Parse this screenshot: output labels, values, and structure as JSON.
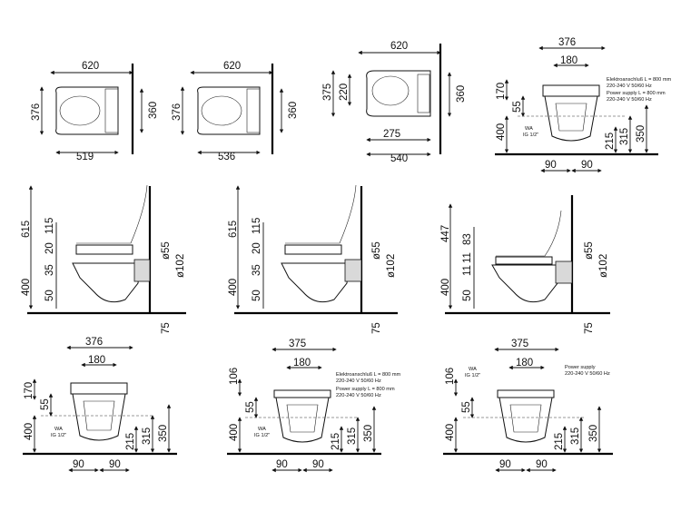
{
  "top_row": [
    {
      "width": "620",
      "depth": "376",
      "depth_right": "360",
      "bottom": "519"
    },
    {
      "width": "620",
      "depth": "376",
      "depth_right": "360",
      "bottom": "536"
    },
    {
      "width": "620",
      "left_outer": "375",
      "left_inner": "220",
      "depth_right": "360",
      "mid": "275",
      "bottom": "540"
    },
    {
      "width": "376",
      "inner": "180",
      "h_top": "170",
      "h_55": "55",
      "h_400": "400",
      "h_215": "215",
      "h_315": "315",
      "h_350": "350",
      "wa": "WA",
      "ig": "IG 1/2\"",
      "b_left": "90",
      "b_right": "90",
      "note_de_1": "Elektroanschluß L = 800 mm",
      "note_de_2": "220-240 V 50/60 Hz",
      "note_en_1": "Power supply L = 800 mm",
      "note_en_2": "220-240 V 50/60 Hz"
    }
  ],
  "side_row": [
    {
      "h_top": "615",
      "h_115": "115",
      "h_20": "20",
      "h_35": "35",
      "h_400": "400",
      "h_50": "50",
      "h_75": "75",
      "d55": "ø55",
      "d102": "ø102"
    },
    {
      "h_top": "615",
      "h_115": "115",
      "h_20": "20",
      "h_35": "35",
      "h_400": "400",
      "h_50": "50",
      "h_75": "75",
      "d55": "ø55",
      "d102": "ø102"
    },
    {
      "h_top": "447",
      "h_83": "83",
      "h_11a": "11",
      "h_11b": "11",
      "h_400": "400",
      "h_50": "50",
      "h_75": "75",
      "d55": "ø55",
      "d102": "ø102"
    }
  ],
  "front_row": [
    {
      "width": "376",
      "inner": "180",
      "h_top": "170",
      "h_55": "55",
      "h_400": "400",
      "h_215": "215",
      "h_315": "315",
      "h_350": "350",
      "wa": "WA",
      "ig": "IG 1/2\"",
      "b_left": "90",
      "b_right": "90"
    },
    {
      "width": "375",
      "inner": "180",
      "h_top": "106",
      "h_55": "55",
      "h_400": "400",
      "h_215": "215",
      "h_315": "315",
      "h_350": "350",
      "wa": "WA",
      "ig": "IG 1/2\"",
      "b_left": "90",
      "b_right": "90",
      "note_de_1": "Elektroanschluß L = 800 mm",
      "note_de_2": "220-240 V 50/60 Hz",
      "note_en_1": "Power supply L = 800 mm",
      "note_en_2": "220-240 V 50/60 Hz"
    },
    {
      "width": "375",
      "inner": "180",
      "h_top": "106",
      "h_55": "55",
      "h_400": "400",
      "h_215": "215",
      "h_315": "315",
      "h_350": "350",
      "wa": "WA",
      "ig": "IG 1/2\"",
      "b_left": "90",
      "b_right": "90",
      "note_en_1": "Power supply",
      "note_en_2": "220-240 V 50/60 Hz"
    }
  ]
}
